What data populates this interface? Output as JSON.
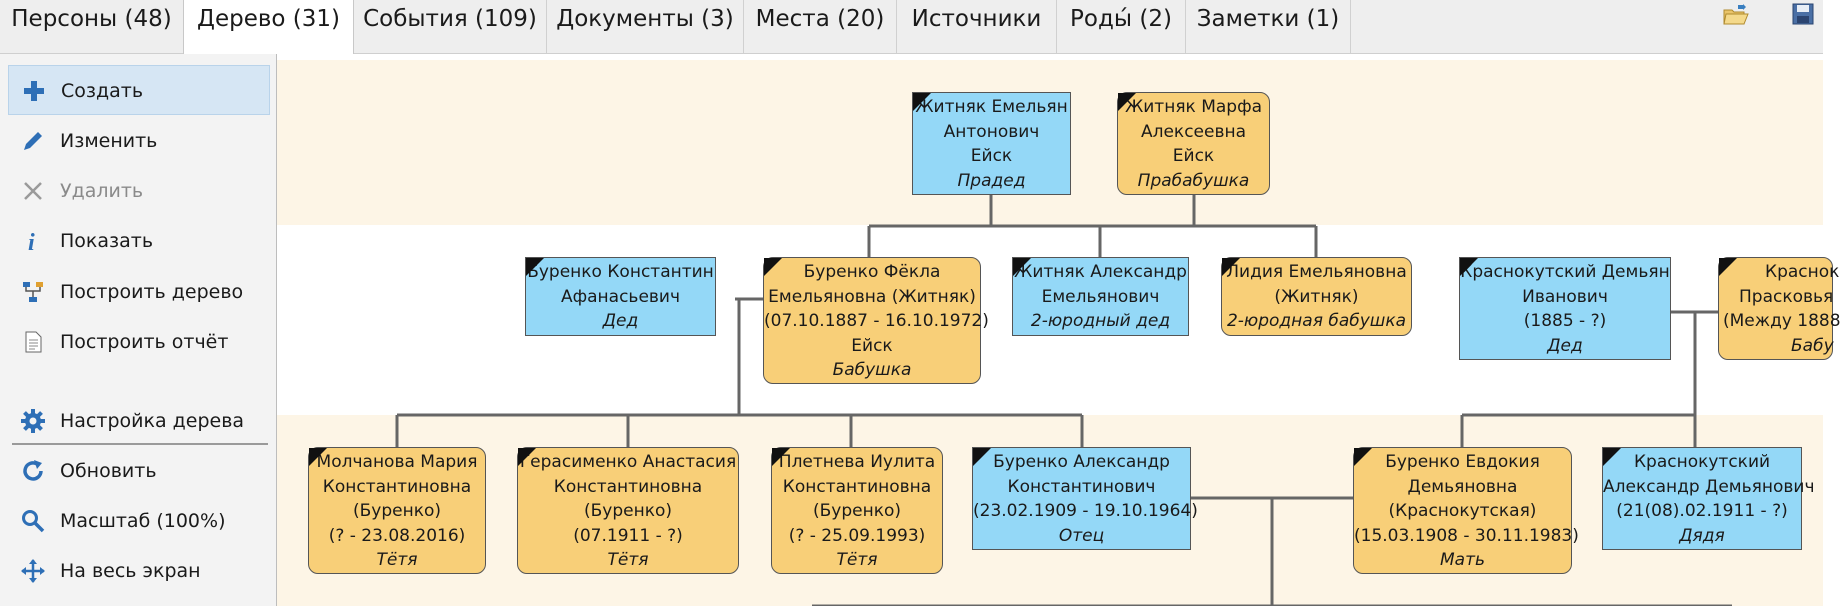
{
  "tabs": [
    {
      "label": "Персоны (48)"
    },
    {
      "label": "Дерево (31)"
    },
    {
      "label": "События (109)"
    },
    {
      "label": "Документы (3)"
    },
    {
      "label": "Места (20)"
    },
    {
      "label": "Источники"
    },
    {
      "label": "Роды́ (2)"
    },
    {
      "label": "Заметки (1)"
    }
  ],
  "sidebar": {
    "items": [
      {
        "label": "Создать"
      },
      {
        "label": "Изменить"
      },
      {
        "label": "Удалить"
      },
      {
        "label": "Показать"
      },
      {
        "label": "Построить дерево"
      },
      {
        "label": "Построить отчёт"
      },
      {
        "label": "Настройка дерева"
      },
      {
        "label": "Обновить"
      },
      {
        "label": "Масштаб (100%)"
      },
      {
        "label": "На весь экран"
      }
    ]
  },
  "colors": {
    "male": "#94d8f7",
    "female": "#f8cf78",
    "accent": "#2e6fb6"
  },
  "tree": {
    "p1": [
      "Житняк Емельян",
      "Антонович",
      "Ейск",
      "Прадед"
    ],
    "p2": [
      "Житняк Марфа",
      "Алексеевна",
      "Ейск",
      "Прабабушка"
    ],
    "p3": [
      "Буренко Константин",
      "Афанасьевич",
      "Дед"
    ],
    "p4": [
      "Буренко Фёкла",
      "Емельяновна (Житняк)",
      "(07.10.1887 - 16.10.1972)",
      "Ейск",
      "Бабушка"
    ],
    "p5": [
      "Житняк Александр",
      "Емельянович",
      "2-юродный дед"
    ],
    "p6": [
      "Лидия Емельяновна",
      "(Житняк)",
      "2-юродная бабушка"
    ],
    "p7": [
      "Краснокутский Демьян",
      "Иванович",
      "(1885 - ?)",
      "Дед"
    ],
    "p8": [
      "Краснок",
      "Прасковья",
      "(Между 1888",
      "Бабу"
    ],
    "p9": [
      "Молчанова Мария",
      "Константиновна",
      "(Буренко)",
      "(? - 23.08.2016)",
      "Тётя"
    ],
    "p10": [
      "Герасименко Анастасия",
      "Константиновна",
      "(Буренко)",
      "(07.1911 - ?)",
      "Тётя"
    ],
    "p11": [
      "Плетнева Иулита",
      "Константиновна",
      "(Буренко)",
      "(? - 25.09.1993)",
      "Тётя"
    ],
    "p12": [
      "Буренко Александр",
      "Константинович",
      "(23.02.1909 - 19.10.1964)",
      "Отец"
    ],
    "p13": [
      "Буренко Евдокия",
      "Демьяновна",
      "(Краснокутская)",
      "(15.03.1908 - 30.11.1983)",
      "Мать"
    ],
    "p14": [
      "Краснокутский",
      "Александр Демьянович",
      "(21(08).02.1911 - ?)",
      "Дядя"
    ]
  }
}
